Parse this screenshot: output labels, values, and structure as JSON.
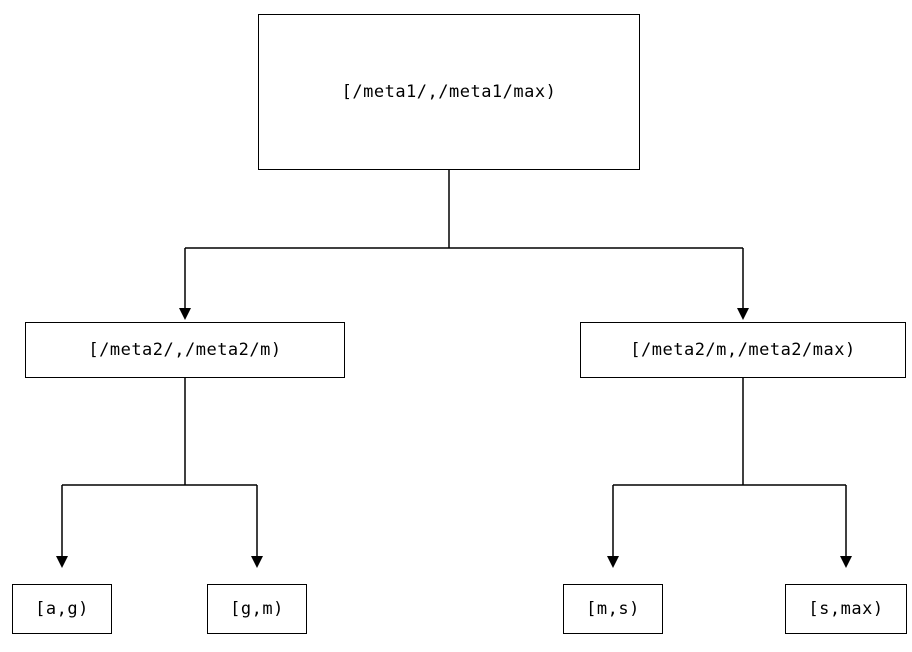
{
  "diagram": {
    "root_label": "[/meta1/,/meta1/max)",
    "left_child_label": "[/meta2/,/meta2/m)",
    "right_child_label": "[/meta2/m,/meta2/max)",
    "leaf_labels": [
      "[a,g)",
      "[g,m)",
      "[m,s)",
      "[s,max)"
    ]
  }
}
